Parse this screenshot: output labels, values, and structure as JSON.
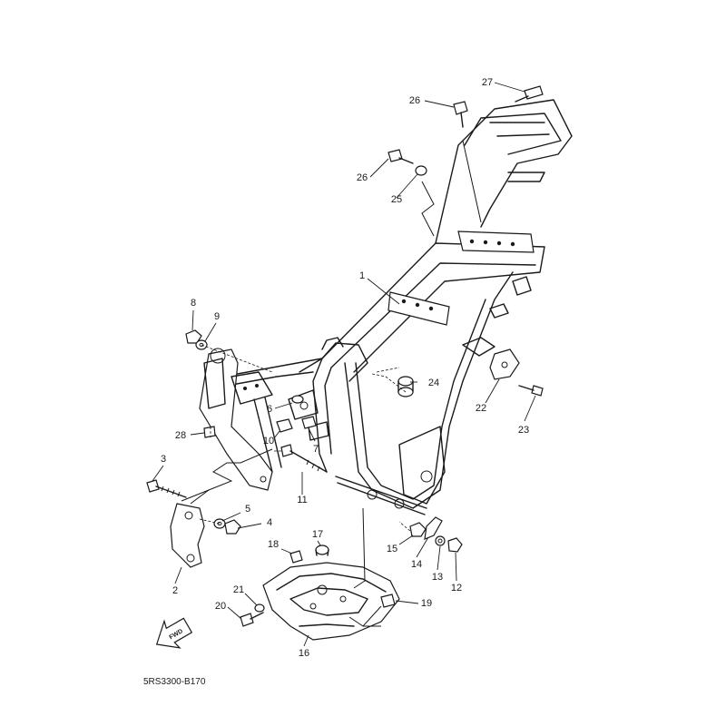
{
  "diagram_code": "5RS3300-B170",
  "fwd_label": "FWD",
  "callouts": [
    {
      "id": "27",
      "label": "27"
    },
    {
      "id": "26a",
      "label": "26"
    },
    {
      "id": "26b",
      "label": "26"
    },
    {
      "id": "25",
      "label": "25"
    },
    {
      "id": "1",
      "label": "1"
    },
    {
      "id": "8",
      "label": "8"
    },
    {
      "id": "9",
      "label": "9"
    },
    {
      "id": "24",
      "label": "24"
    },
    {
      "id": "22",
      "label": "22"
    },
    {
      "id": "23",
      "label": "23"
    },
    {
      "id": "6",
      "label": "6"
    },
    {
      "id": "10",
      "label": "10"
    },
    {
      "id": "7",
      "label": "7"
    },
    {
      "id": "28",
      "label": "28"
    },
    {
      "id": "3",
      "label": "3"
    },
    {
      "id": "11",
      "label": "11"
    },
    {
      "id": "5",
      "label": "5"
    },
    {
      "id": "4",
      "label": "4"
    },
    {
      "id": "15",
      "label": "15"
    },
    {
      "id": "14",
      "label": "14"
    },
    {
      "id": "13",
      "label": "13"
    },
    {
      "id": "12",
      "label": "12"
    },
    {
      "id": "17",
      "label": "17"
    },
    {
      "id": "18",
      "label": "18"
    },
    {
      "id": "2",
      "label": "2"
    },
    {
      "id": "21",
      "label": "21"
    },
    {
      "id": "20",
      "label": "20"
    },
    {
      "id": "19",
      "label": "19"
    },
    {
      "id": "16",
      "label": "16"
    }
  ]
}
